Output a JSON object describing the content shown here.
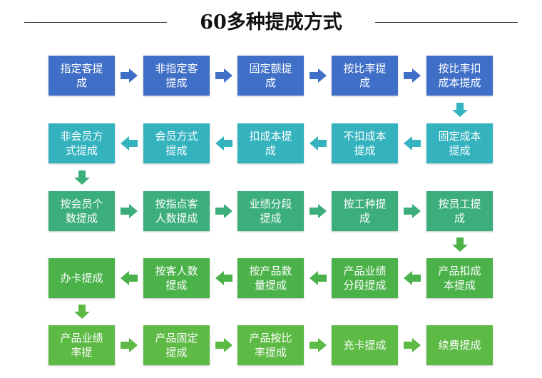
{
  "title": "60多种提成方式",
  "colors": {
    "row1": "#3f6fc6",
    "row2": "#34b3bf",
    "row3": "#3cae7c",
    "row4": "#4bb24a",
    "row5": "#5dba45",
    "arrow_row1": "#3f6fc6",
    "arrow_row2": "#34b3bf",
    "arrow_row3": "#3cae7c",
    "arrow_row4": "#4bb24a",
    "arrow_row5": "#5dba45"
  },
  "rows": [
    {
      "direction": "right",
      "boxes": [
        "指定客提成",
        "非指定客提成",
        "固定额提成",
        "按比率提成",
        "按比率扣成本提成"
      ]
    },
    {
      "direction": "left",
      "boxes": [
        "非会员方式提成",
        "会员方式提成",
        "扣成本提成",
        "不扣成本提成",
        "固定成本提成"
      ]
    },
    {
      "direction": "right",
      "boxes": [
        "按会员个数提成",
        "按指点客人数提成",
        "业绩分段提成",
        "按工种提成",
        "按员工提成"
      ]
    },
    {
      "direction": "left",
      "boxes": [
        "办卡提成",
        "按客人数提成",
        "按产品数量提成",
        "产品业绩分段提成",
        "产品扣成本提成"
      ]
    },
    {
      "direction": "right",
      "boxes": [
        "产品业绩率提",
        "产品固定提成",
        "产品按比率提成",
        "充卡提成",
        "续费提成"
      ]
    }
  ]
}
